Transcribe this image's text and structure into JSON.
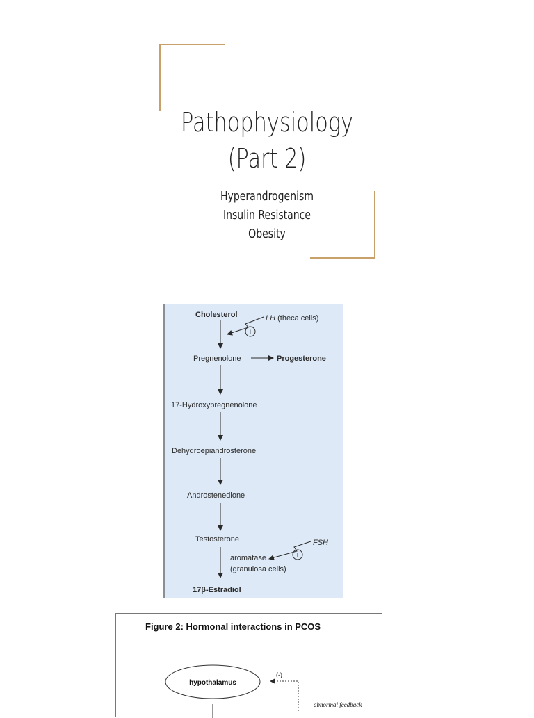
{
  "title": {
    "line1": "Pathophysiology",
    "line2": "(Part 2)"
  },
  "topics": [
    "Hyperandrogenism",
    "Insulin Resistance",
    "Obesity"
  ],
  "figure1": {
    "cholesterol": "Cholesterol",
    "lh_italic": "LH",
    "lh_rest": " (theca cells)",
    "plus": "+",
    "pregnenolone": "Pregnenolone",
    "progesterone": "Progesterone",
    "hydroxy": "17-Hydroxypregnenolone",
    "dhea": "Dehydroepiandrosterone",
    "androstenedione": "Androstenedione",
    "testosterone": "Testosterone",
    "fsh": "FSH",
    "aromatase": "aromatase",
    "granulosa": "(granulosa cells)",
    "estradiol": "17β-Estradiol"
  },
  "figure2": {
    "title": "Figure 2:  Hormonal interactions in PCOS",
    "hypothalamus": "hypothalamus",
    "minus": "(-)",
    "feedback": "abnormal feedback"
  },
  "colors": {
    "accent": "#c8a06a",
    "figure_bg": "#dde9f6"
  }
}
